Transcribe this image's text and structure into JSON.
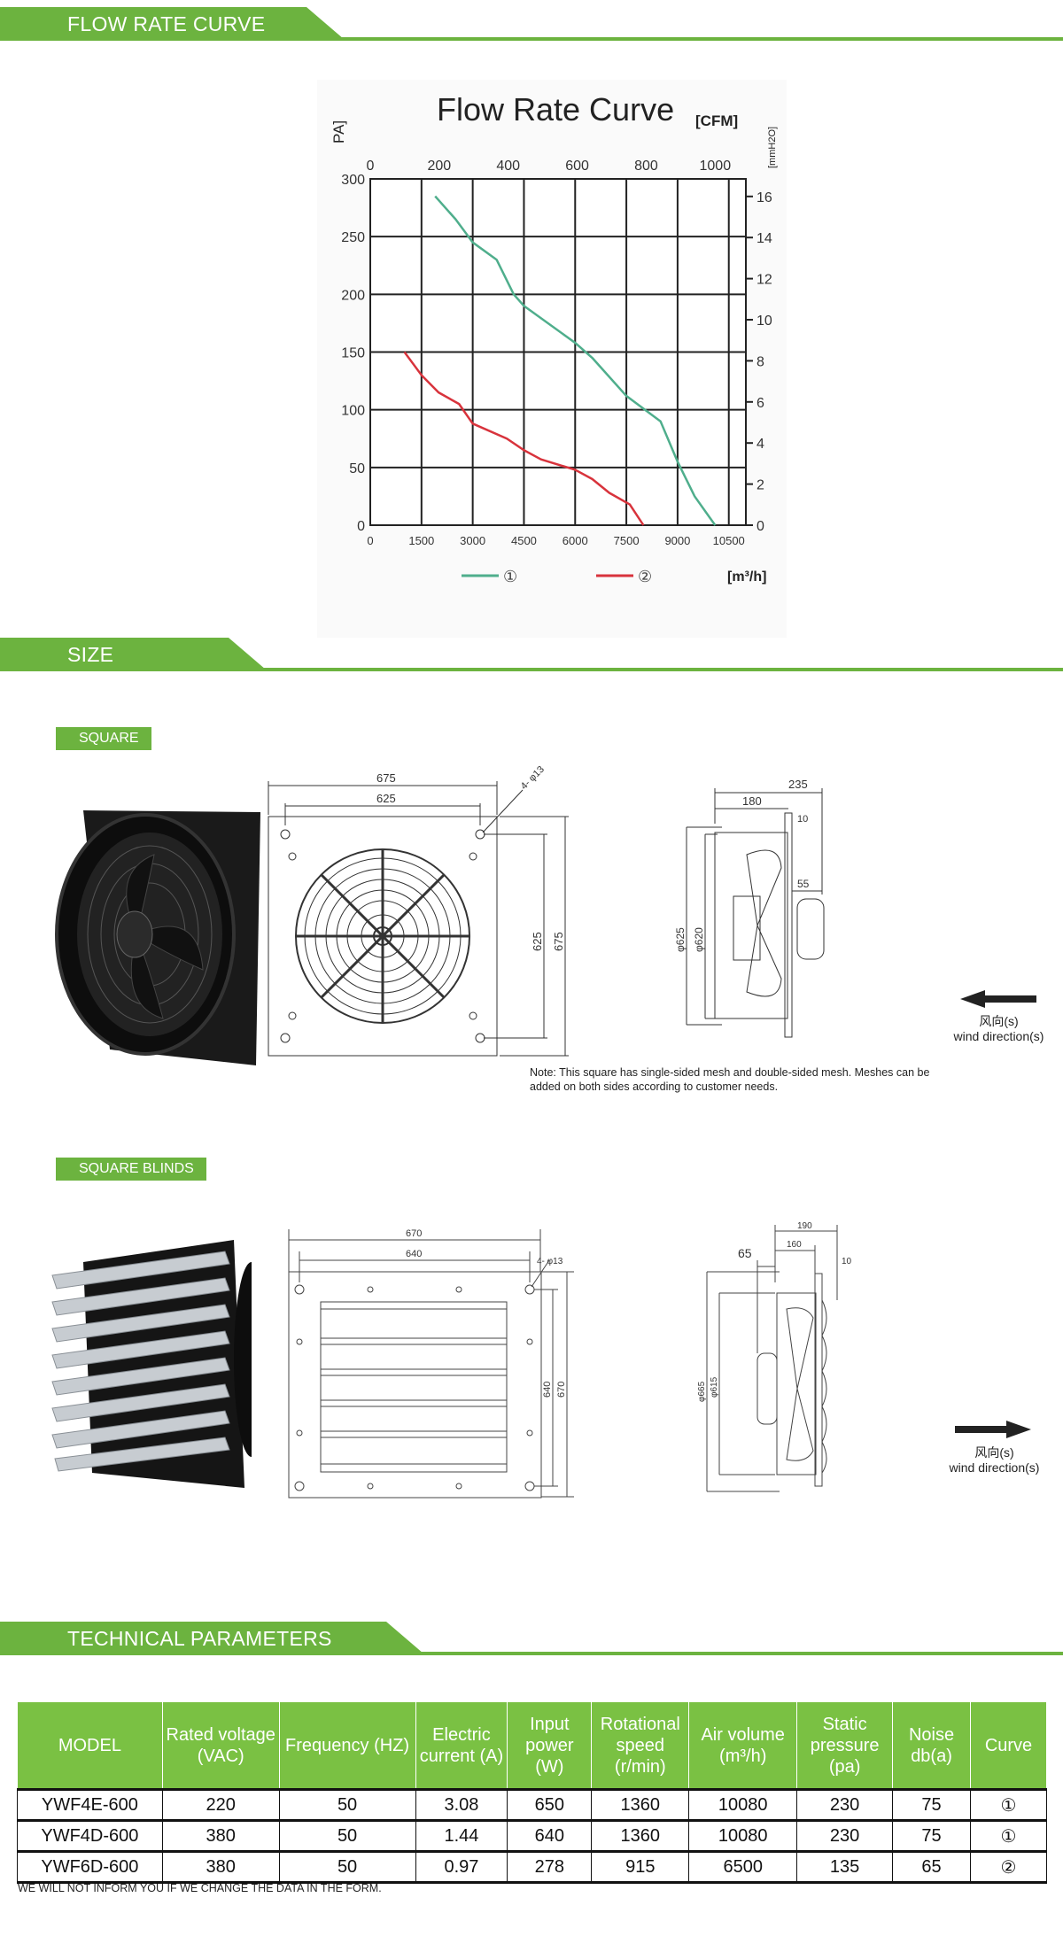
{
  "sections": {
    "flow": "FLOW RATE CURVE",
    "size": "SIZE",
    "tech": "TECHNICAL PARAMETERS"
  },
  "labels": {
    "square": "SQUARE",
    "square_blinds": "SQUARE BLINDS"
  },
  "colors": {
    "brand_green": "#6cb33f",
    "table_green": "#7ac143",
    "curve1": "#4fae8c",
    "curve2": "#d8333c"
  },
  "chart_data": {
    "type": "line",
    "title": "Flow Rate Curve",
    "xlabel": "[m³/h]",
    "ylabel": "PA]",
    "top_axis_label": "[CFM]",
    "right_axis_label": "[mmH2O]",
    "xlim": [
      0,
      11000
    ],
    "ylim": [
      0,
      300
    ],
    "x_ticks": [
      "0",
      "1500",
      "3000",
      "4500",
      "6000",
      "7500",
      "9000",
      "10500"
    ],
    "x_tick_values": [
      0,
      1500,
      3000,
      4500,
      6000,
      7500,
      9000,
      10500
    ],
    "y_ticks": [
      "0",
      "50",
      "100",
      "150",
      "200",
      "250",
      "300"
    ],
    "y_tick_values": [
      0,
      50,
      100,
      150,
      200,
      250,
      300
    ],
    "top_ticks": [
      "0",
      "200",
      "400",
      "600",
      "800",
      "1000"
    ],
    "top_tick_values": [
      0,
      200,
      400,
      600,
      800,
      1000
    ],
    "right_ticks": [
      "0",
      "2",
      "4",
      "6",
      "8",
      "10",
      "12",
      "14",
      "16"
    ],
    "right_tick_values": [
      0,
      2,
      4,
      6,
      8,
      10,
      12,
      14,
      16
    ],
    "grid": true,
    "legend_position": "bottom",
    "series": [
      {
        "name": "①",
        "x": [
          1900,
          2500,
          3000,
          3700,
          4200,
          4500,
          6000,
          6500,
          7500,
          8500,
          9000,
          9500,
          10100
        ],
        "y": [
          285,
          265,
          245,
          230,
          200,
          190,
          158,
          145,
          112,
          90,
          55,
          25,
          0
        ]
      },
      {
        "name": "②",
        "x": [
          1000,
          1500,
          2000,
          2600,
          3000,
          4000,
          4500,
          5000,
          6000,
          6500,
          7000,
          7600,
          8000
        ],
        "y": [
          150,
          130,
          115,
          105,
          88,
          75,
          65,
          57,
          48,
          40,
          28,
          18,
          0
        ]
      }
    ]
  },
  "square": {
    "dims": {
      "w_outer": "675",
      "w_inner": "625",
      "holes": "4- φ13",
      "h_inner": "625",
      "h_outer": "675",
      "depth_total": "235",
      "depth_body": "180",
      "flange": "10",
      "motor": "55",
      "d_outer": "φ625",
      "d_inner": "φ620"
    },
    "wind_cn": "风向(s)",
    "wind_en": "wind direction(s)",
    "note": "Note: This square has single-sided mesh and double-sided mesh. Meshes can be added on both sides according to customer needs."
  },
  "blinds": {
    "dims": {
      "w_outer": "670",
      "w_inner": "640",
      "holes": "4- φ13",
      "h_inner": "640",
      "h_outer": "670",
      "depth_total": "190",
      "depth_body": "160",
      "flange": "10",
      "motor": "65",
      "d_outer": "φ665",
      "d_inner": "φ615"
    },
    "wind_cn": "风向(s)",
    "wind_en": "wind direction(s)"
  },
  "table": {
    "headers": [
      "MODEL",
      "Rated voltage (VAC)",
      "Frequency (HZ)",
      "Electric current (A)",
      "Input power (W)",
      "Rotational speed (r/min)",
      "Air volume (m³/h)",
      "Static pressure (pa)",
      "Noise db(a)",
      "Curve"
    ],
    "rows": [
      [
        "YWF4E-600",
        "220",
        "50",
        "3.08",
        "650",
        "1360",
        "10080",
        "230",
        "75",
        "①"
      ],
      [
        "YWF4D-600",
        "380",
        "50",
        "1.44",
        "640",
        "1360",
        "10080",
        "230",
        "75",
        "①"
      ],
      [
        "YWF6D-600",
        "380",
        "50",
        "0.97",
        "278",
        "915",
        "6500",
        "135",
        "65",
        "②"
      ]
    ],
    "footnote": "WE WILL NOT INFORM YOU IF WE CHANGE THE DATA IN THE FORM."
  }
}
